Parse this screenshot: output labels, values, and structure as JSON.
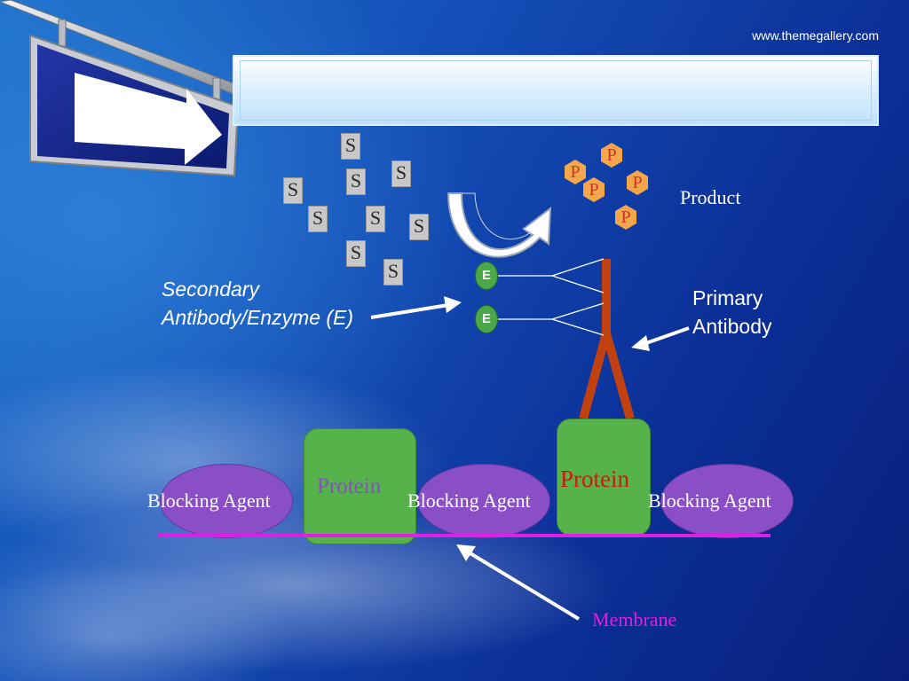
{
  "header": {
    "website": "www.themegallery.com"
  },
  "diagram": {
    "substrate_label": "S",
    "product_label_letter": "P",
    "enzyme_label": "E",
    "product_caption": "Product",
    "secondary_caption": "Secondary\nAntibody/Enzyme (E)",
    "primary_caption": "Primary\nAntibody",
    "protein_label": "Protein",
    "blocking_label": "Blocking Agent",
    "membrane_caption": "Membrane"
  },
  "colors": {
    "membrane": "#e11ee1",
    "protein": "#56b24a",
    "blocking_agent": "#8a4fc7",
    "antibody": "#c0400f",
    "enzyme": "#4aa84a",
    "product": "#f5a54a"
  }
}
